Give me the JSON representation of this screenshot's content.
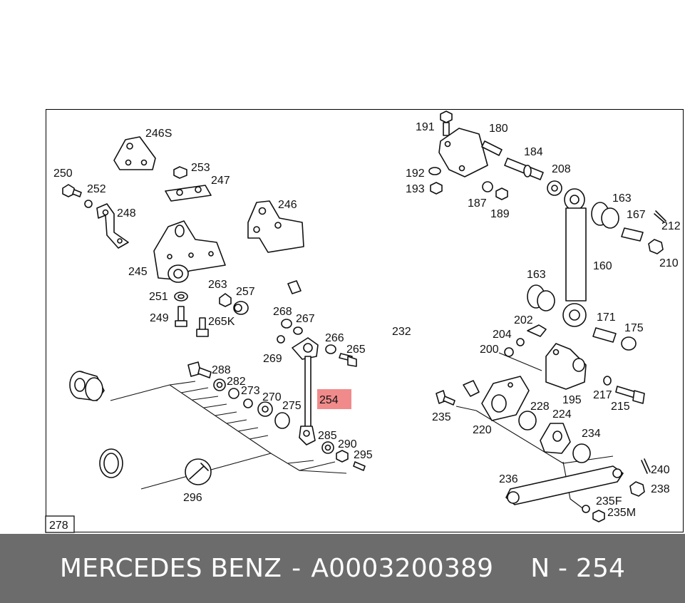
{
  "diagram": {
    "sheet_number": "278",
    "labels": {
      "l246S": "246S",
      "l253": "253",
      "l247": "247",
      "l250": "250",
      "l252": "252",
      "l248": "248",
      "l246": "246",
      "l245": "245",
      "l251": "251",
      "l249": "249",
      "l263": "263",
      "l257": "257",
      "l265K": "265K",
      "l268": "268",
      "l267": "267",
      "l269": "269",
      "l266": "266",
      "l265": "265",
      "l232": "232",
      "l288": "288",
      "l282": "282",
      "l273": "273",
      "l270": "270",
      "l275": "275",
      "l254": "254",
      "l285": "285",
      "l290": "290",
      "l295": "295",
      "l296": "296",
      "l191": "191",
      "l180": "180",
      "l184": "184",
      "l208": "208",
      "l192": "192",
      "l193": "193",
      "l187": "187",
      "l189": "189",
      "l163a": "163",
      "l167": "167",
      "l212": "212",
      "l210": "210",
      "l160": "160",
      "l163b": "163",
      "l171": "171",
      "l175": "175",
      "l202": "202",
      "l204": "204",
      "l200": "200",
      "l195": "195",
      "l217": "217",
      "l215": "215",
      "l235": "235",
      "l220": "220",
      "l228": "228",
      "l224": "224",
      "l234": "234",
      "l236": "236",
      "l240": "240",
      "l238": "238",
      "l235F": "235F",
      "l235M": "235M"
    }
  },
  "footer": {
    "brand": "MERCEDES BENZ",
    "dash": "-",
    "part_number": "A0003200389",
    "position_ref": "N - 254"
  },
  "colors": {
    "footer_bg": "#6c6c6c",
    "highlight": "#ee7777",
    "line": "#111111"
  }
}
